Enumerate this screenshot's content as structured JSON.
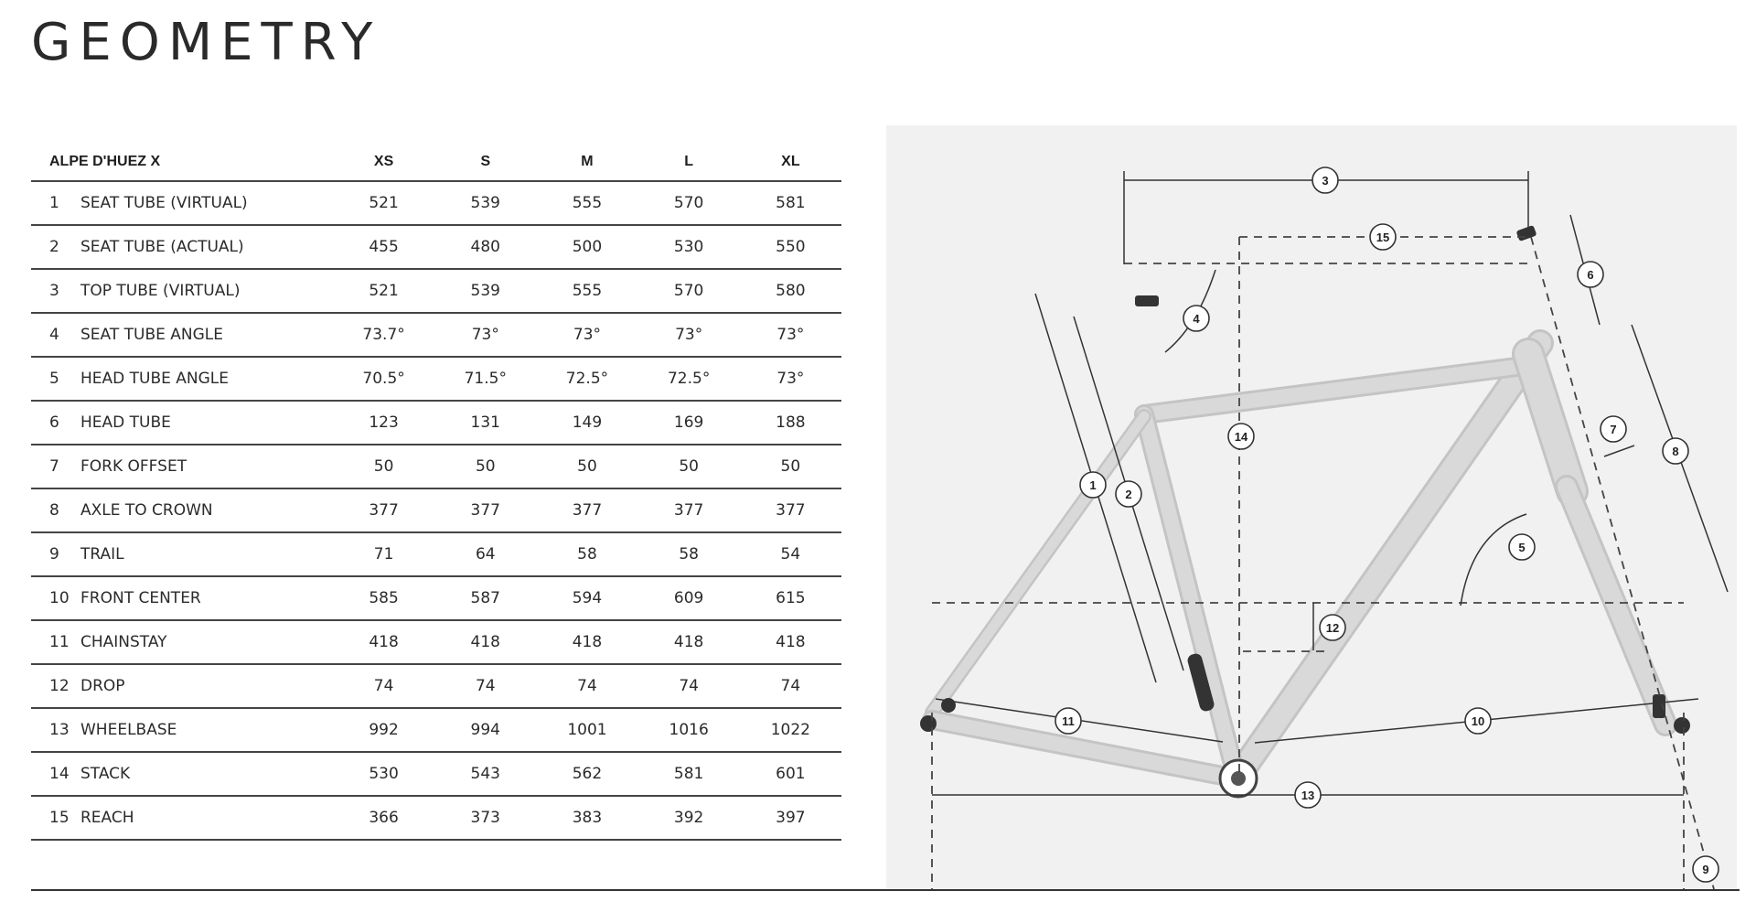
{
  "page": {
    "title": "GEOMETRY"
  },
  "table": {
    "model": "ALPE D'HUEZ X",
    "sizes": [
      "XS",
      "S",
      "M",
      "L",
      "XL"
    ],
    "rows": [
      {
        "num": "1",
        "label": "SEAT TUBE (VIRTUAL)",
        "values": [
          "521",
          "539",
          "555",
          "570",
          "581"
        ]
      },
      {
        "num": "2",
        "label": "SEAT TUBE (ACTUAL)",
        "values": [
          "455",
          "480",
          "500",
          "530",
          "550"
        ]
      },
      {
        "num": "3",
        "label": "TOP TUBE (VIRTUAL)",
        "values": [
          "521",
          "539",
          "555",
          "570",
          "580"
        ]
      },
      {
        "num": "4",
        "label": "SEAT TUBE ANGLE",
        "values": [
          "73.7°",
          "73°",
          "73°",
          "73°",
          "73°"
        ]
      },
      {
        "num": "5",
        "label": "HEAD TUBE ANGLE",
        "values": [
          "70.5°",
          "71.5°",
          "72.5°",
          "72.5°",
          "73°"
        ]
      },
      {
        "num": "6",
        "label": "HEAD TUBE",
        "values": [
          "123",
          "131",
          "149",
          "169",
          "188"
        ]
      },
      {
        "num": "7",
        "label": "FORK OFFSET",
        "values": [
          "50",
          "50",
          "50",
          "50",
          "50"
        ]
      },
      {
        "num": "8",
        "label": "AXLE TO CROWN",
        "values": [
          "377",
          "377",
          "377",
          "377",
          "377"
        ]
      },
      {
        "num": "9",
        "label": "TRAIL",
        "values": [
          "71",
          "64",
          "58",
          "58",
          "54"
        ]
      },
      {
        "num": "10",
        "label": "FRONT CENTER",
        "values": [
          "585",
          "587",
          "594",
          "609",
          "615"
        ]
      },
      {
        "num": "11",
        "label": "CHAINSTAY",
        "values": [
          "418",
          "418",
          "418",
          "418",
          "418"
        ]
      },
      {
        "num": "12",
        "label": "DROP",
        "values": [
          "74",
          "74",
          "74",
          "74",
          "74"
        ]
      },
      {
        "num": "13",
        "label": "WHEELBASE",
        "values": [
          "992",
          "994",
          "1001",
          "1016",
          "1022"
        ]
      },
      {
        "num": "14",
        "label": "STACK",
        "values": [
          "530",
          "543",
          "562",
          "581",
          "601"
        ]
      },
      {
        "num": "15",
        "label": "REACH",
        "values": [
          "366",
          "373",
          "383",
          "392",
          "397"
        ]
      }
    ]
  },
  "diagram": {
    "callouts": [
      "1",
      "2",
      "3",
      "4",
      "5",
      "6",
      "7",
      "8",
      "9",
      "10",
      "11",
      "12",
      "13",
      "14",
      "15"
    ]
  }
}
